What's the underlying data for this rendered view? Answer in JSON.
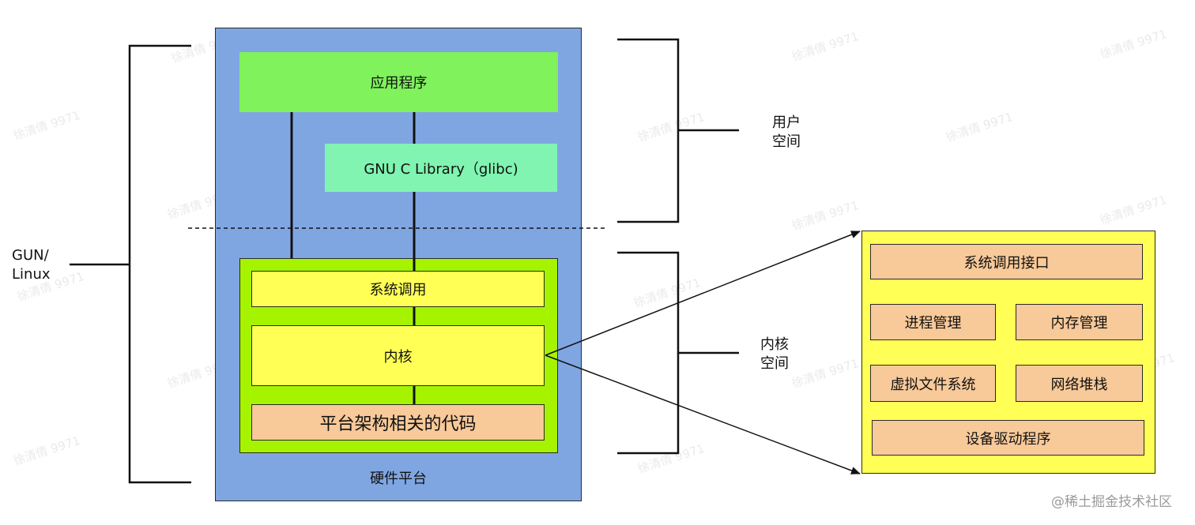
{
  "diagram": {
    "user_space_label": [
      "用户",
      "空间"
    ],
    "kernel_space_label": [
      "内核",
      "空间"
    ],
    "gnu_linux_label": [
      "GUN/",
      "Linux"
    ],
    "hardware_label": "硬件平台",
    "app_label": "应用程序",
    "glibc_label": "GNU C Library（glibc)",
    "syscall_label": "系统调用",
    "kernel_label": "内核",
    "arch_label": "平台架构相关的代码",
    "detail": {
      "syscall_iface": "系统调用接口",
      "process_mgmt": "进程管理",
      "memory_mgmt": "内存管理",
      "vfs": "虚拟文件系统",
      "net_stack": "网络堆栈",
      "drivers": "设备驱动程序"
    }
  },
  "watermark": "徐清倩 9971",
  "footer": "@稀土掘金技术社区",
  "colors": {
    "hardware_blue": "#80a6e2",
    "app_green": "#7ff25c",
    "glibc_green": "#80f4b0",
    "kernel_lime": "#a6f300",
    "yellow": "#ffff55",
    "orange": "#f8c999"
  }
}
